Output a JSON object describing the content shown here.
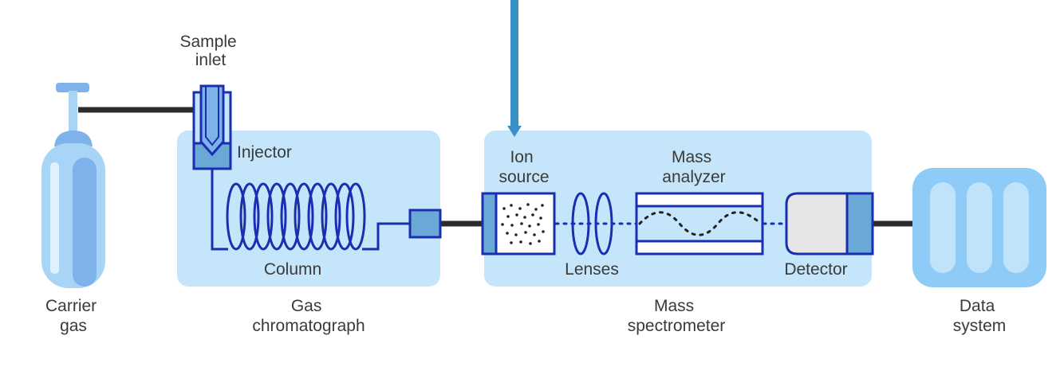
{
  "labels": {
    "sample_inlet": [
      "Sample",
      "inlet"
    ],
    "injector": "Injector",
    "column": "Column",
    "carrier_gas": [
      "Carrier",
      "gas"
    ],
    "gas_chromatograph": [
      "Gas",
      "chromatograph"
    ],
    "ion_source": [
      "Ion",
      "source"
    ],
    "mass_analyzer": [
      "Mass",
      "analyzer"
    ],
    "lenses": "Lenses",
    "detector": "Detector",
    "mass_spectrometer": [
      "Mass",
      "spectrometer"
    ],
    "data_system": [
      "Data",
      "system"
    ]
  },
  "colors": {
    "panel": "#c5e6fa",
    "stroke": "#1a2fb0",
    "pipe": "#2b2b2b",
    "tank": "#a8d4f5",
    "tank_band": "#7fb2ea",
    "arrow": "#3a8fc7",
    "fitting": "#6aa9d6",
    "detector_body": "#e6e6e6",
    "data_system": "#8fcbf7",
    "data_system_bar": "#bfe3fb"
  }
}
